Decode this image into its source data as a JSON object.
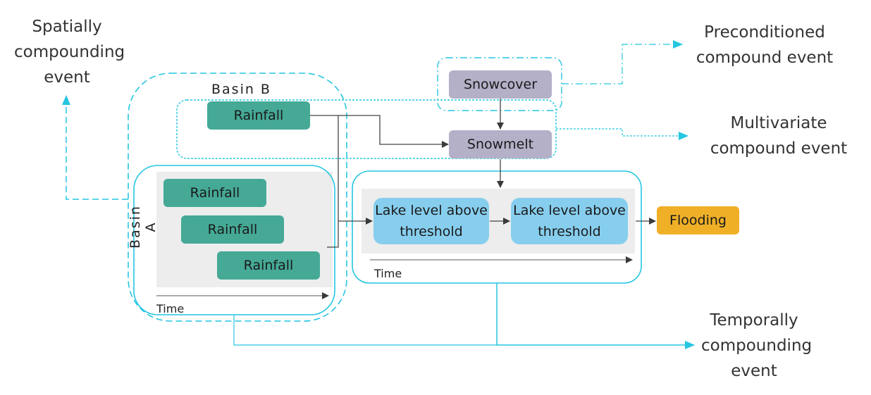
{
  "colors": {
    "outline_cyan": "#25c6e0",
    "rainfall": "#45a996",
    "snow": "#b3b0c8",
    "lake": "#87ceee",
    "flooding": "#efaf27",
    "panel_gray": "#ededed",
    "connector": "#444444"
  },
  "labels": {
    "spatial": "Spatially compounding event",
    "preconditioned": "Preconditioned compound event",
    "multivariate": "Multivariate compound event",
    "temporal": "Temporally compounding event"
  },
  "basins": {
    "basin_b": "Basin B",
    "basin_a": "Basin A"
  },
  "nodes": {
    "rainfall_b": "Rainfall",
    "rainfall_a1": "Rainfall",
    "rainfall_a2": "Rainfall",
    "rainfall_a3": "Rainfall",
    "snowcover": "Snowcover",
    "snowmelt": "Snowmelt",
    "lake1": "Lake level above threshold",
    "lake2": "Lake level above threshold",
    "flooding": "Flooding"
  },
  "axes": {
    "time_a": "Time",
    "time_lake": "Time"
  }
}
